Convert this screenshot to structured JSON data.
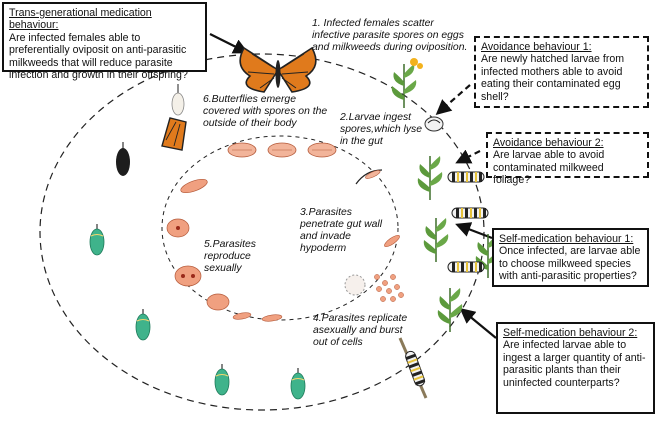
{
  "boxes": {
    "trans_generational": {
      "title": "Trans-generational medication behaviour:",
      "text": "Are infected females able to preferentially oviposit on anti-parasitic milkweeds that will reduce parasite infection and growth in their offspring?"
    },
    "avoidance_1": {
      "title": "Avoidance behaviour 1:",
      "text": "Are newly hatched larvae from infected mothers able to avoid eating their contaminated egg shell?"
    },
    "avoidance_2": {
      "title": "Avoidance behaviour 2:",
      "text": "Are larvae able to avoid contaminated milkweed foliage?"
    },
    "self_medication_1": {
      "title": "Self-medication behaviour 1:",
      "text": "Once infected, are larvae able to choose milkweed species with anti-parasitic properties?"
    },
    "self_medication_2": {
      "title": "Self-medication behaviour 2:",
      "text": "Are infected larvae able to ingest a larger quantity of anti-parasitic plants than their uninfected counterparts?"
    }
  },
  "steps": {
    "s1": "1. Infected females scatter infective parasite spores on eggs and milkweeds during oviposition.",
    "s2": "2.Larvae ingest spores,which lyse in the gut",
    "s3": "3.Parasites penetrate gut wall and invade hypoderm",
    "s4": "4.Parasites replicate asexually and burst out of cells",
    "s5": "5.Parasites reproduce sexually",
    "s6": "6.Butterflies emerge covered with spores on the outside of their body"
  },
  "colors": {
    "chrysalis_green": "#3fb38b",
    "chrysalis_dark": "#1d1d1d",
    "butterfly_orange": "#e07a1c",
    "parasite_pink": "#f0a080",
    "larva_stripe": "#e6c23a",
    "milkweed_green": "#5c9a3c"
  }
}
